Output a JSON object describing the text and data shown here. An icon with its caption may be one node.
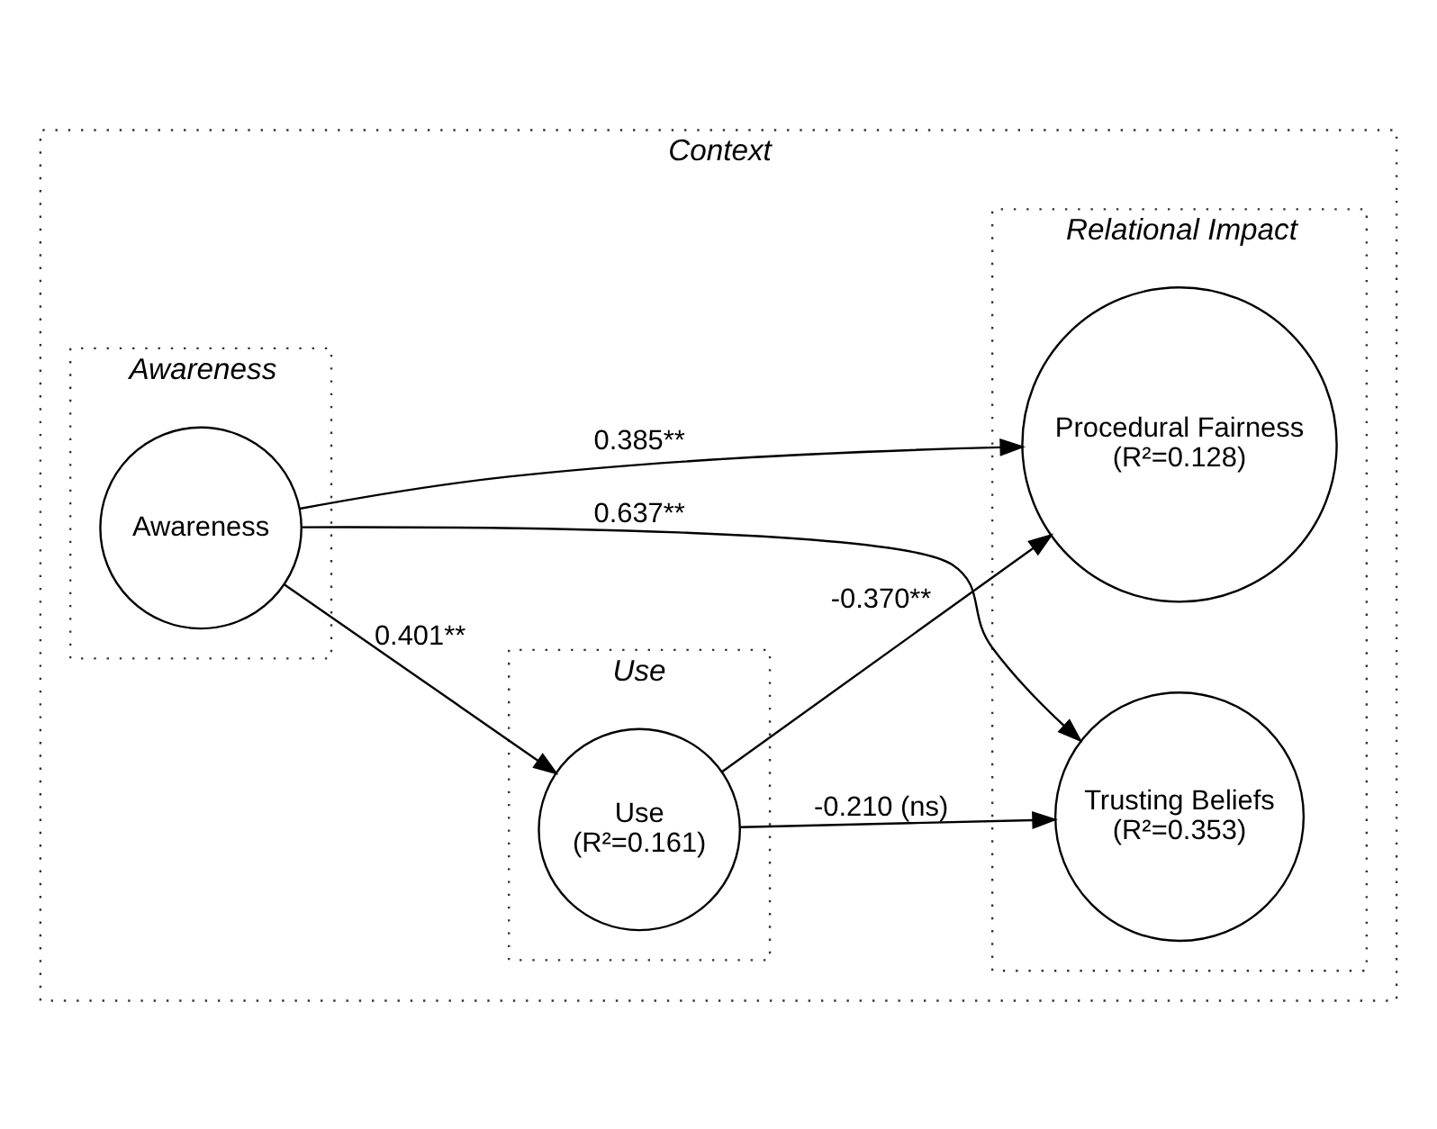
{
  "diagram": {
    "nodes": [
      {
        "text": [
          "Context"
        ]
      },
      {
        "text": [
          "Awareness"
        ],
        "in": 0
      },
      {
        "text": [
          "Use"
        ],
        "in": 0
      },
      {
        "text": [
          "Relational Impact"
        ],
        "in": 0
      },
      {
        "text": [
          "Awareness"
        ],
        "in": 1
      },
      {
        "text": [
          "Use",
          "(R²=0.161)"
        ],
        "in": 2
      },
      {
        "text": [
          "Trusting Beliefs",
          "(R²=0.353)"
        ],
        "in": 3
      },
      {
        "text": [
          "Procedural Fairness",
          "(R²=0.128)"
        ],
        "in": 3
      }
    ],
    "edges": [
      {
        "from": 4,
        "to": 6,
        "arrow": "to",
        "label": "0.637**"
      },
      {
        "from": 4,
        "to": 5,
        "arrow": "to",
        "label": "0.401**"
      },
      {
        "from": 4,
        "to": 7,
        "arrow": "to",
        "label": "0.385**"
      },
      {
        "from": 5,
        "to": 6,
        "arrow": "to",
        "label": "-0.210 (ns)"
      },
      {
        "from": 5,
        "to": 7,
        "arrow": "to",
        "label": "-0.370**"
      }
    ]
  }
}
